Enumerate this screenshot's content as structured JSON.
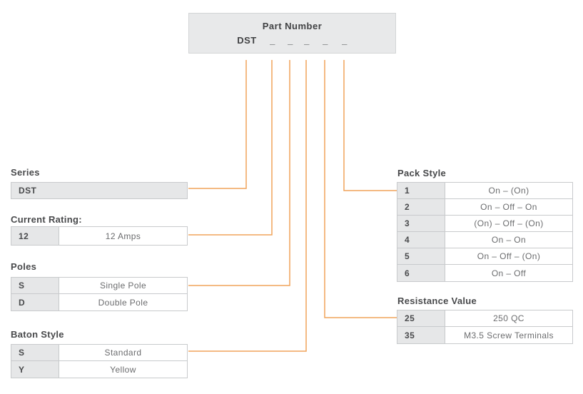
{
  "header": {
    "title": "Part Number",
    "prefix": "DST",
    "blanks": [
      "_",
      "_",
      "_",
      "_",
      "_"
    ]
  },
  "colors": {
    "accent_orange": "#F0A45A",
    "cell_gray": "#E6E7E8",
    "border_gray": "#C8CACC",
    "header_box_fill": "#E8E9EA",
    "label_text": "#48494B",
    "value_text": "#6B6C6E"
  },
  "sections": {
    "series": {
      "label": "Series",
      "code": "DST"
    },
    "current_rating": {
      "label": "Current Rating:",
      "rows": [
        {
          "code": "12",
          "value": "12 Amps"
        }
      ]
    },
    "poles": {
      "label": "Poles",
      "rows": [
        {
          "code": "S",
          "value": "Single Pole"
        },
        {
          "code": "D",
          "value": "Double Pole"
        }
      ]
    },
    "baton_style": {
      "label": "Baton Style",
      "rows": [
        {
          "code": "S",
          "value": "Standard"
        },
        {
          "code": "Y",
          "value": "Yellow"
        }
      ]
    },
    "pack_style": {
      "label": "Pack Style",
      "rows": [
        {
          "code": "1",
          "value": "On – (On)"
        },
        {
          "code": "2",
          "value": "On – Off – On"
        },
        {
          "code": "3",
          "value": "(On) – Off – (On)"
        },
        {
          "code": "4",
          "value": "On – On"
        },
        {
          "code": "5",
          "value": "On – Off – (On)"
        },
        {
          "code": "6",
          "value": "On – Off"
        }
      ]
    },
    "resistance_value": {
      "label": "Resistance Value",
      "rows": [
        {
          "code": "25",
          "value": "250 QC"
        },
        {
          "code": "35",
          "value": "M3.5 Screw Terminals"
        }
      ]
    }
  }
}
